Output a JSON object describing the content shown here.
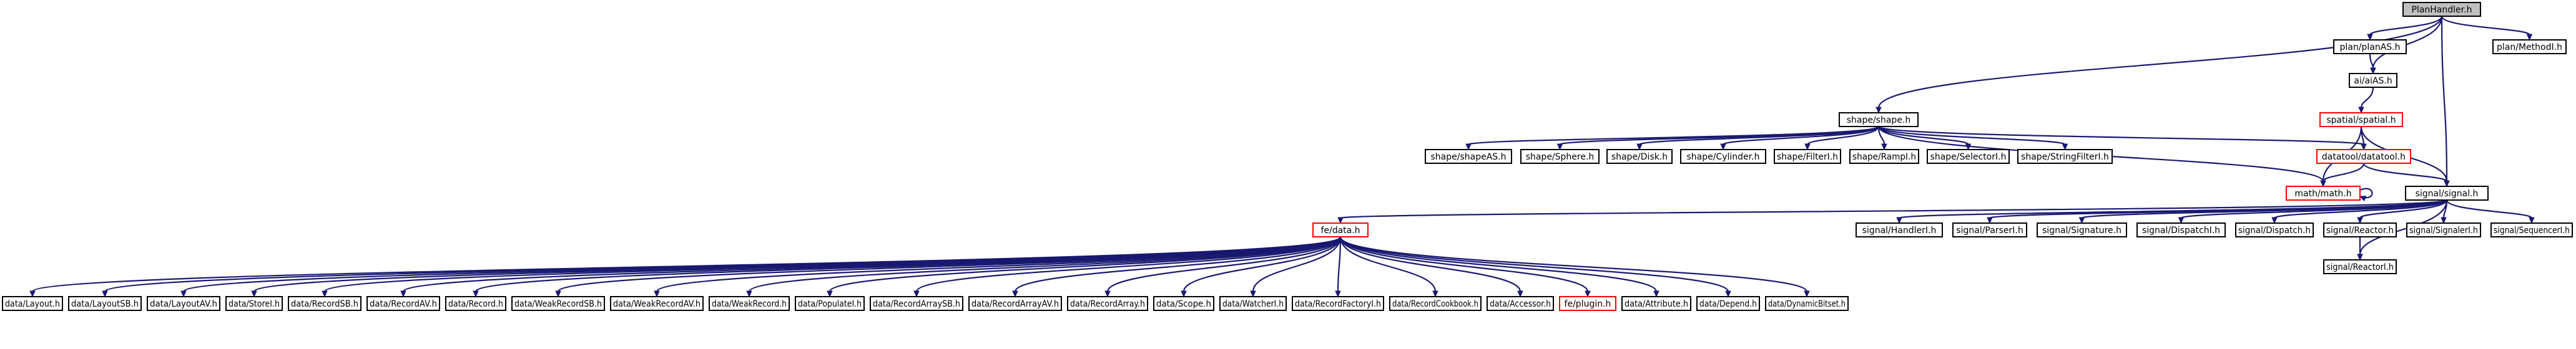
{
  "colors": {
    "edge": "#191970",
    "border_normal": "#000000",
    "border_incomplete": "#ff0000",
    "fill_root": "#bfbfbf",
    "fill_normal": "#ffffff",
    "text": "#000000"
  },
  "nodes": [
    {
      "id": "root",
      "label": "PlanHandler.h",
      "style": "root"
    },
    {
      "id": "planAS",
      "label": "plan/planAS.h",
      "style": "normal"
    },
    {
      "id": "methodI",
      "label": "plan/MethodI.h",
      "style": "normal"
    },
    {
      "id": "aiAS",
      "label": "ai/aiAS.h",
      "style": "normal"
    },
    {
      "id": "spatial",
      "label": "spatial/spatial.h",
      "style": "incomplete"
    },
    {
      "id": "shape",
      "label": "shape/shape.h",
      "style": "normal"
    },
    {
      "id": "shapeAS",
      "label": "shape/shapeAS.h",
      "style": "normal"
    },
    {
      "id": "sphere",
      "label": "shape/Sphere.h",
      "style": "normal"
    },
    {
      "id": "disk",
      "label": "shape/Disk.h",
      "style": "normal"
    },
    {
      "id": "cylinder",
      "label": "shape/Cylinder.h",
      "style": "normal"
    },
    {
      "id": "filterI",
      "label": "shape/FilterI.h",
      "style": "normal"
    },
    {
      "id": "rampI",
      "label": "shape/RampI.h",
      "style": "normal"
    },
    {
      "id": "selectorI",
      "label": "shape/SelectorI.h",
      "style": "normal"
    },
    {
      "id": "stringFilterI",
      "label": "shape/StringFilterI.h",
      "style": "normal"
    },
    {
      "id": "datatool",
      "label": "datatool/datatool.h",
      "style": "incomplete"
    },
    {
      "id": "math",
      "label": "math/math.h",
      "style": "incomplete"
    },
    {
      "id": "signal",
      "label": "signal/signal.h",
      "style": "normal"
    },
    {
      "id": "fedata",
      "label": "fe/data.h",
      "style": "incomplete"
    },
    {
      "id": "handlerI",
      "label": "signal/HandlerI.h",
      "style": "normal"
    },
    {
      "id": "parserI",
      "label": "signal/ParserI.h",
      "style": "normal"
    },
    {
      "id": "signature",
      "label": "signal/Signature.h",
      "style": "normal"
    },
    {
      "id": "dispatchI",
      "label": "signal/DispatchI.h",
      "style": "normal"
    },
    {
      "id": "dispatch",
      "label": "signal/Dispatch.h",
      "style": "normal"
    },
    {
      "id": "reactor",
      "label": "signal/Reactor.h",
      "style": "normal"
    },
    {
      "id": "signalerI",
      "label": "signal/SignalerI.h",
      "style": "normal"
    },
    {
      "id": "sequencerI",
      "label": "signal/SequencerI.h",
      "style": "normal"
    },
    {
      "id": "reactorI",
      "label": "signal/ReactorI.h",
      "style": "normal"
    },
    {
      "id": "layout",
      "label": "data/Layout.h",
      "style": "normal"
    },
    {
      "id": "layoutSB",
      "label": "data/LayoutSB.h",
      "style": "normal"
    },
    {
      "id": "layoutAV",
      "label": "data/LayoutAV.h",
      "style": "normal"
    },
    {
      "id": "storeI",
      "label": "data/StoreI.h",
      "style": "normal"
    },
    {
      "id": "recordSB",
      "label": "data/RecordSB.h",
      "style": "normal"
    },
    {
      "id": "recordAV",
      "label": "data/RecordAV.h",
      "style": "normal"
    },
    {
      "id": "record",
      "label": "data/Record.h",
      "style": "normal"
    },
    {
      "id": "weakRecordSB",
      "label": "data/WeakRecordSB.h",
      "style": "normal"
    },
    {
      "id": "weakRecordAV",
      "label": "data/WeakRecordAV.h",
      "style": "normal"
    },
    {
      "id": "weakRecord",
      "label": "data/WeakRecord.h",
      "style": "normal"
    },
    {
      "id": "populateI",
      "label": "data/PopulateI.h",
      "style": "normal"
    },
    {
      "id": "recordArraySB",
      "label": "data/RecordArraySB.h",
      "style": "normal"
    },
    {
      "id": "recordArrayAV",
      "label": "data/RecordArrayAV.h",
      "style": "normal"
    },
    {
      "id": "recordArray",
      "label": "data/RecordArray.h",
      "style": "normal"
    },
    {
      "id": "scope",
      "label": "data/Scope.h",
      "style": "normal"
    },
    {
      "id": "watcherI",
      "label": "data/WatcherI.h",
      "style": "normal"
    },
    {
      "id": "recordFactoryI",
      "label": "data/RecordFactoryI.h",
      "style": "normal"
    },
    {
      "id": "recordCookbook",
      "label": "data/RecordCookbook.h",
      "style": "normal"
    },
    {
      "id": "accessor",
      "label": "data/Accessor.h",
      "style": "normal"
    },
    {
      "id": "plugin",
      "label": "fe/plugin.h",
      "style": "incomplete"
    },
    {
      "id": "attribute",
      "label": "data/Attribute.h",
      "style": "normal"
    },
    {
      "id": "depend",
      "label": "data/Depend.h",
      "style": "normal"
    },
    {
      "id": "dynamicBitset",
      "label": "data/DynamicBitset.h",
      "style": "normal"
    }
  ],
  "edges": [
    [
      "root",
      "planAS"
    ],
    [
      "root",
      "methodI"
    ],
    [
      "root",
      "aiAS"
    ],
    [
      "root",
      "shape"
    ],
    [
      "root",
      "signal"
    ],
    [
      "planAS",
      "aiAS"
    ],
    [
      "aiAS",
      "spatial"
    ],
    [
      "spatial",
      "datatool"
    ],
    [
      "spatial",
      "math"
    ],
    [
      "spatial",
      "signal"
    ],
    [
      "shape",
      "shapeAS"
    ],
    [
      "shape",
      "sphere"
    ],
    [
      "shape",
      "disk"
    ],
    [
      "shape",
      "cylinder"
    ],
    [
      "shape",
      "filterI"
    ],
    [
      "shape",
      "rampI"
    ],
    [
      "shape",
      "selectorI"
    ],
    [
      "shape",
      "stringFilterI"
    ],
    [
      "shape",
      "datatool"
    ],
    [
      "shape",
      "math"
    ],
    [
      "datatool",
      "math"
    ],
    [
      "datatool",
      "signal"
    ],
    [
      "math",
      "math"
    ],
    [
      "signal",
      "fedata"
    ],
    [
      "signal",
      "handlerI"
    ],
    [
      "signal",
      "parserI"
    ],
    [
      "signal",
      "signature"
    ],
    [
      "signal",
      "dispatchI"
    ],
    [
      "signal",
      "dispatch"
    ],
    [
      "signal",
      "reactor"
    ],
    [
      "signal",
      "signalerI"
    ],
    [
      "signal",
      "sequencerI"
    ],
    [
      "signal",
      "reactorI"
    ],
    [
      "reactor",
      "reactorI"
    ],
    [
      "fedata",
      "layout"
    ],
    [
      "fedata",
      "layoutSB"
    ],
    [
      "fedata",
      "layoutAV"
    ],
    [
      "fedata",
      "storeI"
    ],
    [
      "fedata",
      "recordSB"
    ],
    [
      "fedata",
      "recordAV"
    ],
    [
      "fedata",
      "record"
    ],
    [
      "fedata",
      "weakRecordSB"
    ],
    [
      "fedata",
      "weakRecordAV"
    ],
    [
      "fedata",
      "weakRecord"
    ],
    [
      "fedata",
      "populateI"
    ],
    [
      "fedata",
      "recordArraySB"
    ],
    [
      "fedata",
      "recordArrayAV"
    ],
    [
      "fedata",
      "recordArray"
    ],
    [
      "fedata",
      "scope"
    ],
    [
      "fedata",
      "watcherI"
    ],
    [
      "fedata",
      "recordFactoryI"
    ],
    [
      "fedata",
      "recordCookbook"
    ],
    [
      "fedata",
      "accessor"
    ],
    [
      "fedata",
      "plugin"
    ],
    [
      "fedata",
      "attribute"
    ],
    [
      "fedata",
      "depend"
    ],
    [
      "fedata",
      "dynamicBitset"
    ]
  ]
}
